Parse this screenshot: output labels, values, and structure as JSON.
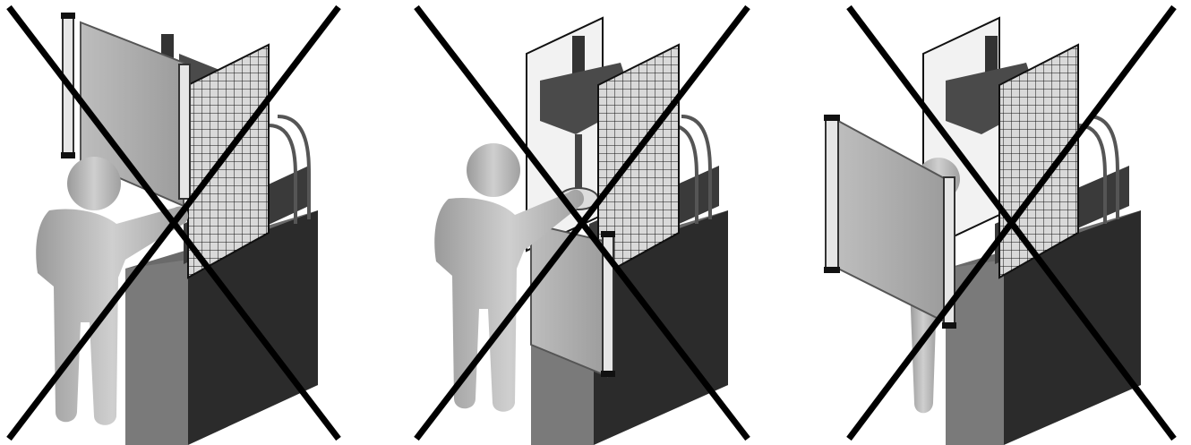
{
  "figure": {
    "panels": [
      {
        "id": "left",
        "scenario": "light-curtain-mounted-too-high",
        "status": "incorrect",
        "marker": "crossed-out"
      },
      {
        "id": "middle",
        "scenario": "light-curtain-too-close-to-hazard",
        "status": "incorrect",
        "marker": "crossed-out"
      },
      {
        "id": "right",
        "scenario": "light-curtain-outside-guarded-opening",
        "status": "incorrect",
        "marker": "crossed-out"
      }
    ],
    "colors": {
      "machine_base": "#2b2b2b",
      "machine_top": "#555555",
      "curtain": "#a9a9a9",
      "person": "#b5b5b5",
      "mesh": "#111111",
      "cross": "#000000"
    }
  }
}
